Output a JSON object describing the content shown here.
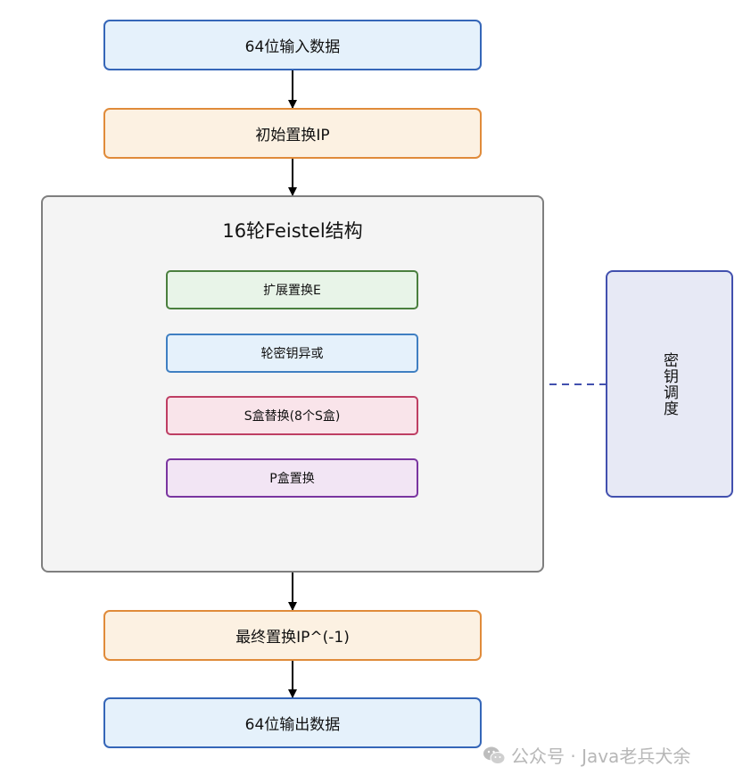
{
  "diagram": {
    "nodes": {
      "input": "64位输入数据",
      "initial_permutation": "初始置换IP",
      "feistel_group_title": "16轮Feistel结构",
      "expansion": "扩展置换E",
      "round_key_xor": "轮密钥异或",
      "sbox": "S盒替换(8个S盒)",
      "pbox": "P盒置换",
      "final_permutation": "最终置换IP^(-1)",
      "output": "64位输出数据",
      "key_schedule": "密钥调度"
    },
    "edges": [
      {
        "from": "input",
        "to": "initial_permutation",
        "style": "solid"
      },
      {
        "from": "initial_permutation",
        "to": "feistel_group",
        "style": "solid"
      },
      {
        "from": "feistel_group",
        "to": "final_permutation",
        "style": "solid"
      },
      {
        "from": "final_permutation",
        "to": "output",
        "style": "solid"
      },
      {
        "from": "key_schedule",
        "to": "feistel_group",
        "style": "dashed"
      }
    ],
    "colors": {
      "blue_border": "#3566b8",
      "orange_border": "#e08b3a",
      "green_border": "#4a7f3e",
      "pink_border": "#be3e63",
      "purple_border": "#7a35a0",
      "key_schedule_border": "#4250ae",
      "group_border": "#7f7f7f"
    }
  },
  "watermark": {
    "icon": "wechat-icon",
    "text": "公众号 · Java老兵犬余"
  }
}
